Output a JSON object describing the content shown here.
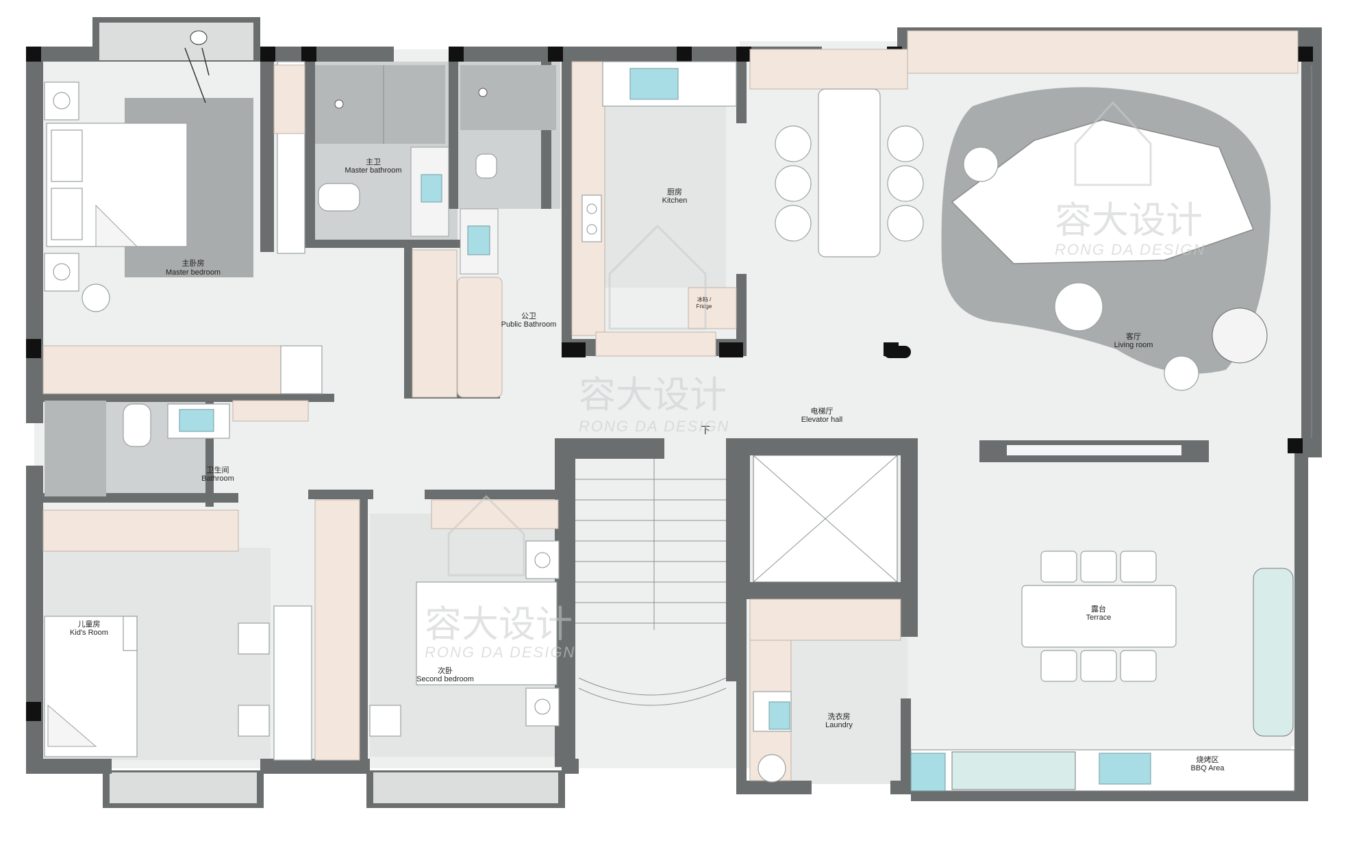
{
  "rooms": {
    "master_bedroom": {
      "cn": "主卧房",
      "en": "Master bedroom"
    },
    "master_bathroom": {
      "cn": "主卫",
      "en": "Master bathroom"
    },
    "kitchen": {
      "cn": "厨房",
      "en": "Kitchen"
    },
    "fridge": {
      "cn": "冰箱 /",
      "en": "Fridge"
    },
    "public_bathroom": {
      "cn": "公卫",
      "en": "Public Bathroom"
    },
    "living_room": {
      "cn": "客厅",
      "en": "Living room"
    },
    "elevator_hall": {
      "cn": "电梯厅",
      "en": "Elevator hall"
    },
    "bathroom": {
      "cn": "卫生间",
      "en": "Bathroom"
    },
    "kids_room": {
      "cn": "儿童房",
      "en": "Kid's Room"
    },
    "second_bedroom": {
      "cn": "次卧",
      "en": "Second bedroom"
    },
    "terrace": {
      "cn": "露台",
      "en": "Terrace"
    },
    "laundry": {
      "cn": "洗衣房",
      "en": "Laundry"
    },
    "bbq_area": {
      "cn": "烧烤区",
      "en": "BBQ Area"
    }
  },
  "stairs": {
    "down_label": "下"
  },
  "watermark": {
    "cn": "容大设计",
    "en": "RONG DA DESIGN"
  },
  "colors": {
    "wall": "#6b6e6e",
    "floor": "#eef0f0",
    "cabinet": "#f3e6dc",
    "sink": "#a9dde5",
    "rug": "#a8acac"
  }
}
